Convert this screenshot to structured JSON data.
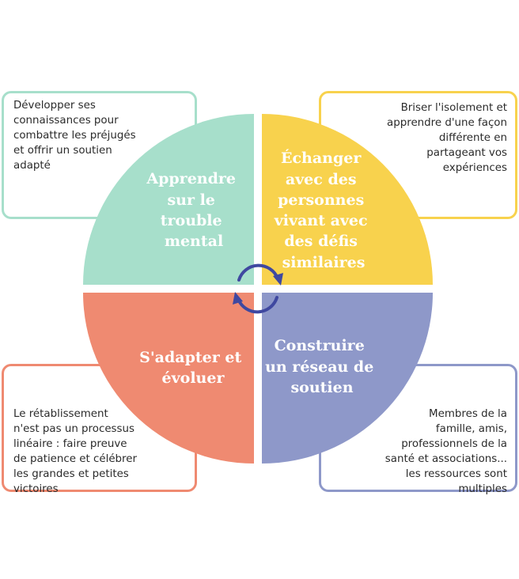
{
  "colors": {
    "teal": "#a7dfcb",
    "yellow": "#f8d24d",
    "coral": "#ef8a71",
    "violet": "#8e98c9",
    "arrows": "#3f48a0",
    "text": "#2b2b2b",
    "label": "#ffffff"
  },
  "quadrants": [
    {
      "id": "top-left",
      "color": "teal",
      "label_lines": [
        "Apprendre",
        "sur le",
        "trouble",
        "mental"
      ]
    },
    {
      "id": "top-right",
      "color": "yellow",
      "label_lines": [
        "Échanger",
        "avec des",
        "personnes",
        "vivant avec",
        "des défis",
        "similaires"
      ]
    },
    {
      "id": "bottom-left",
      "color": "coral",
      "label_lines": [
        "S'adapter et",
        "évoluer"
      ]
    },
    {
      "id": "bottom-right",
      "color": "violet",
      "label_lines": [
        "Construire",
        "un réseau de",
        "soutien"
      ]
    }
  ],
  "boxes": {
    "top_left": "Développer ses\nconnaissances pour\ncombattre les préjugés\net offrir un soutien\nadapté",
    "top_right": "Briser l'isolement et\napprendre d'une façon\ndifférente en\npartageant vos\nexpériences",
    "bottom_left": "Le rétablissement\nn'est pas un processus\nlinéaire : faire preuve\nde patience et célébrer\nles grandes et petites\nvictoires",
    "bottom_right": "Membres de la\nfamille, amis,\nprofessionnels de la\nsanté et associations...\nles ressources sont\nmultiples"
  },
  "center_icon": "cycle-arrows-icon"
}
